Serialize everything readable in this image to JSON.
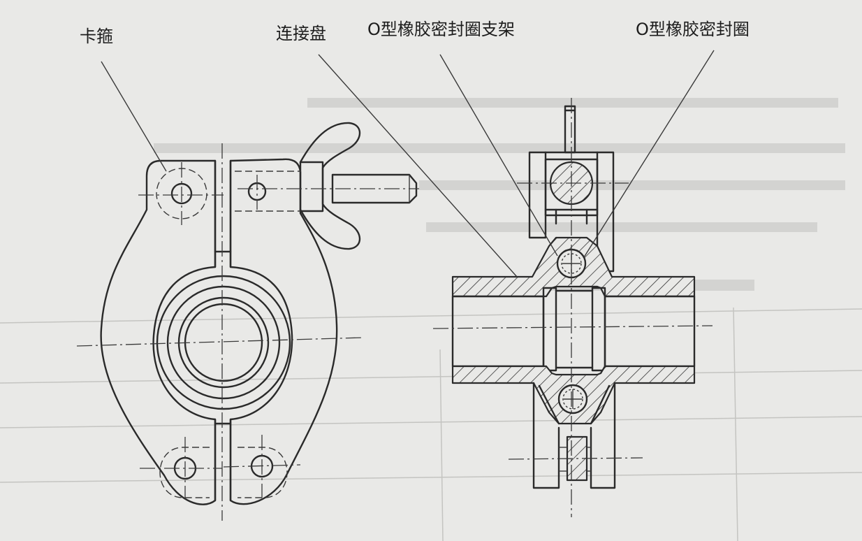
{
  "labels": {
    "clamp": "卡箍",
    "connecting_disc": "连接盘",
    "oring_holder": "O型橡胶密封圈支架",
    "oring": "O型橡胶密封圈"
  }
}
